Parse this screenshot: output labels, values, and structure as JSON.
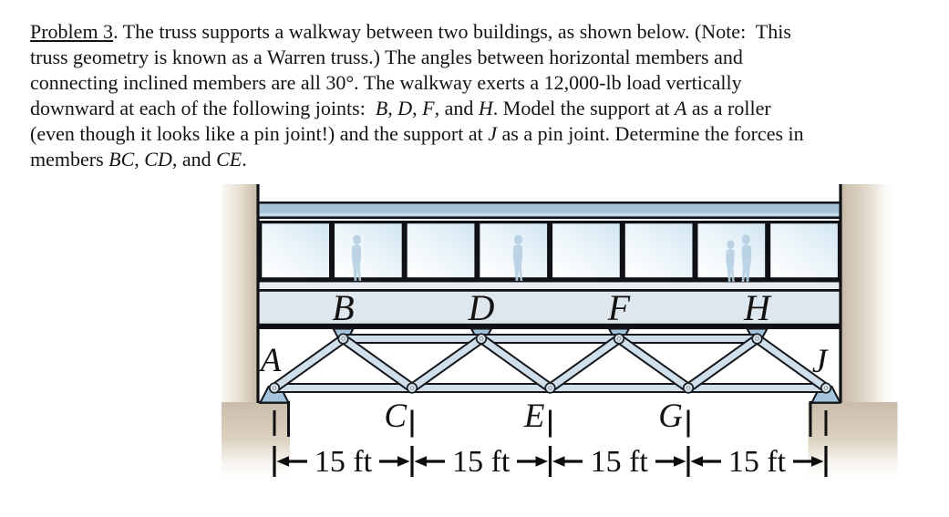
{
  "problem": {
    "lines": [
      {
        "runs": [
          {
            "t": "Problem 3",
            "u": true
          },
          {
            "t": ". The truss supports a walkway between two buildings, as shown below. (Note:  This"
          }
        ]
      },
      {
        "runs": [
          {
            "t": "truss geometry is known as a Warren truss.) The angles between horizontal members and"
          }
        ]
      },
      {
        "runs": [
          {
            "t": "connecting inclined members are all 30°. The walkway exerts a 12,000-lb load vertically"
          }
        ]
      },
      {
        "runs": [
          {
            "t": "downward at each of the following joints:  "
          },
          {
            "t": "B",
            "i": true
          },
          {
            "t": ", "
          },
          {
            "t": "D",
            "i": true
          },
          {
            "t": ", "
          },
          {
            "t": "F",
            "i": true
          },
          {
            "t": ", and "
          },
          {
            "t": "H",
            "i": true
          },
          {
            "t": ". Model the support at "
          },
          {
            "t": "A",
            "i": true
          },
          {
            "t": " as a roller"
          }
        ]
      },
      {
        "runs": [
          {
            "t": "(even though it looks like a pin joint!) and the support at "
          },
          {
            "t": "J",
            "i": true
          },
          {
            "t": " as a pin joint. Determine the forces in"
          }
        ]
      },
      {
        "runs": [
          {
            "t": "members "
          },
          {
            "t": "BC",
            "i": true
          },
          {
            "t": ", "
          },
          {
            "t": "CD",
            "i": true
          },
          {
            "t": ", and "
          },
          {
            "t": "CE",
            "i": true
          },
          {
            "t": "."
          }
        ]
      }
    ]
  },
  "figure": {
    "deck_labels": [
      "B",
      "D",
      "F",
      "H"
    ],
    "bottom_labels": [
      "C",
      "E",
      "G"
    ],
    "left_support_label": "A",
    "right_support_label": "J",
    "dim_labels": [
      "15 ft",
      "15 ft",
      "15 ft",
      "15 ft"
    ],
    "truss_type": "Warren truss",
    "panel_length": "15 ft",
    "colors": {
      "wall_tan": "#c9bcaa",
      "band_blue": "#a6c2d7",
      "window_blue": "#d2e6f2",
      "deck_gray": "#dfe7ee",
      "member_blue": "#cfe0ec",
      "bracket_blue": "#a3c4da",
      "people_blue": "#b6d0e2",
      "outline": "#111111"
    }
  }
}
